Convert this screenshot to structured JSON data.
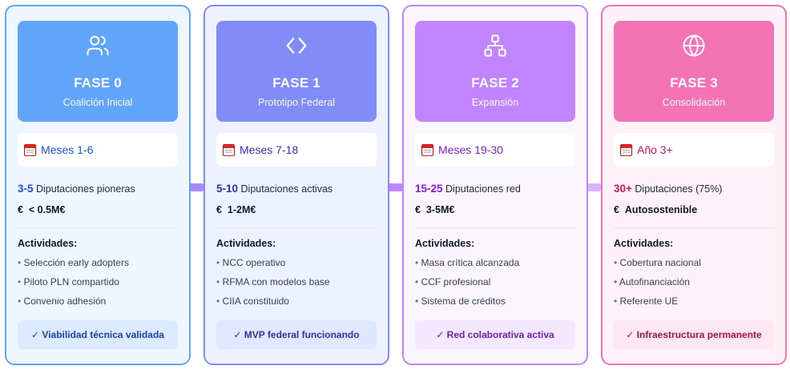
{
  "colors": {
    "connector": [
      "#a78bfa",
      "#c084fc",
      "#d8b4fe"
    ]
  },
  "phases": [
    {
      "phase": "FASE 0",
      "subtitle": "Coalición Inicial",
      "icon": "users-icon",
      "months": "Meses 1-6",
      "stat_num": "3-5",
      "stat_label": "Diputaciones pioneras",
      "budget_symbol": "€",
      "budget": "< 0.5M€",
      "activities_title": "Actividades:",
      "activities": [
        "Selección early adopters",
        "Piloto PLN compartido",
        "Convenio adhesión"
      ],
      "milestone": "✓ Viabilidad técnica validada",
      "colors": {
        "border": "#60a5fa",
        "header": "#60a5fa",
        "bg": "#eff6ff",
        "accent": "#1d4ed8",
        "footer_bg": "#dbeafe",
        "footer_text": "#1e40af"
      }
    },
    {
      "phase": "FASE 1",
      "subtitle": "Prototipo Federal",
      "icon": "code-icon",
      "months": "Meses 7-18",
      "stat_num": "5-10",
      "stat_label": "Diputaciones activas",
      "budget_symbol": "€",
      "budget": "1-2M€",
      "activities_title": "Actividades:",
      "activities": [
        "NCC operativo",
        "RFMA con modelos base",
        "CIIA constituido"
      ],
      "milestone": "✓ MVP federal funcionando",
      "colors": {
        "border": "#818cf8",
        "header": "#818cf8",
        "bg": "#eef2ff",
        "accent": "#3730a3",
        "footer_bg": "#e0e7ff",
        "footer_text": "#3730a3"
      }
    },
    {
      "phase": "FASE 2",
      "subtitle": "Expansión",
      "icon": "network-icon",
      "months": "Meses 19-30",
      "stat_num": "15-25",
      "stat_label": "Diputaciones red",
      "budget_symbol": "€",
      "budget": "3-5M€",
      "activities_title": "Actividades:",
      "activities": [
        "Masa crítica alcanzada",
        "CCF profesional",
        "Sistema de créditos"
      ],
      "milestone": "✓ Red colaborativa activa",
      "colors": {
        "border": "#c084fc",
        "header": "#c084fc",
        "bg": "#faf5ff",
        "accent": "#7e22ce",
        "footer_bg": "#f3e8ff",
        "footer_text": "#6b21a8"
      }
    },
    {
      "phase": "FASE 3",
      "subtitle": "Consolidación",
      "icon": "globe-icon",
      "months": "Año 3+",
      "stat_num": "30+",
      "stat_label": "Diputaciones (75%)",
      "budget_symbol": "€",
      "budget": "Autosostenible",
      "activities_title": "Actividades:",
      "activities": [
        "Cobertura nacional",
        "Autofinanciación",
        "Referente UE"
      ],
      "milestone": "✓ Infraestructura permanente",
      "colors": {
        "border": "#f472b6",
        "header": "#f472b6",
        "bg": "#fdf2f8",
        "accent": "#be185d",
        "footer_bg": "#fce7f3",
        "footer_text": "#9d174d"
      }
    }
  ]
}
